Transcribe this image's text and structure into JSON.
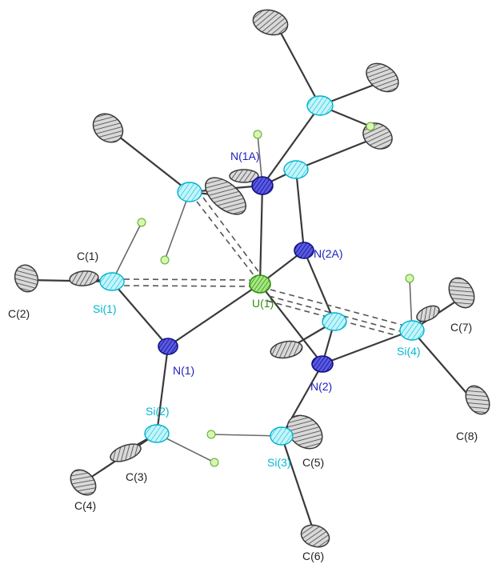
{
  "figure": {
    "colors": {
      "carbon": "#d8d8d8",
      "carbon_stroke": "#3a3a3a",
      "silicon": "#bff4fb",
      "silicon_stroke": "#00b3cc",
      "nitrogen": "#3a3ad6",
      "nitrogen_stroke": "#101080",
      "uranium": "#9be07a",
      "uranium_stroke": "#2f8f10",
      "hydrogen": "#c8f7a0"
    },
    "atom_labels": {
      "U1": "U(1)",
      "N1": "N(1)",
      "N2": "N(2)",
      "N1A": "N(1A)",
      "N2A": "N(2A)",
      "Si1": "Si(1)",
      "Si2": "Si(2)",
      "Si3": "Si(3)",
      "Si4": "Si(4)",
      "C1": "C(1)",
      "C2": "C(2)",
      "C3": "C(3)",
      "C4": "C(4)",
      "C5": "C(5)",
      "C6": "C(6)",
      "C7": "C(7)",
      "C8": "C(8)"
    }
  }
}
